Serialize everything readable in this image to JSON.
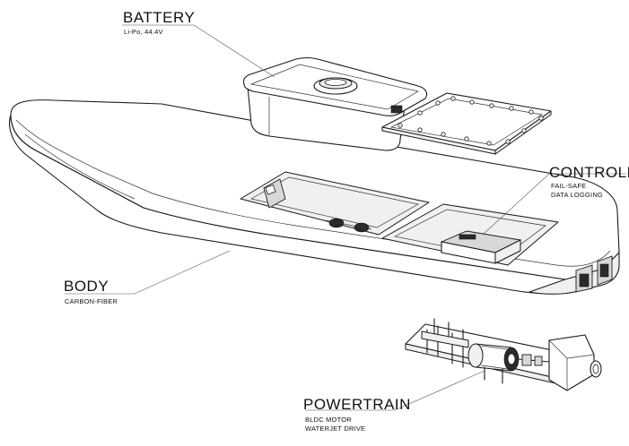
{
  "labels": {
    "battery": {
      "title": "BATTERY",
      "lines": [
        "Li-Po, 44.4V"
      ]
    },
    "controller": {
      "title": "CONTROLLER",
      "lines": [
        "FAIL-SAFE",
        "DATA LOGGING"
      ]
    },
    "body": {
      "title": "BODY",
      "lines": [
        "CARBON-FIBER"
      ]
    },
    "powertrain": {
      "title": "POWERTRAIN",
      "lines": [
        "BLDC MOTOR",
        "WATERJET DRIVE"
      ]
    }
  }
}
